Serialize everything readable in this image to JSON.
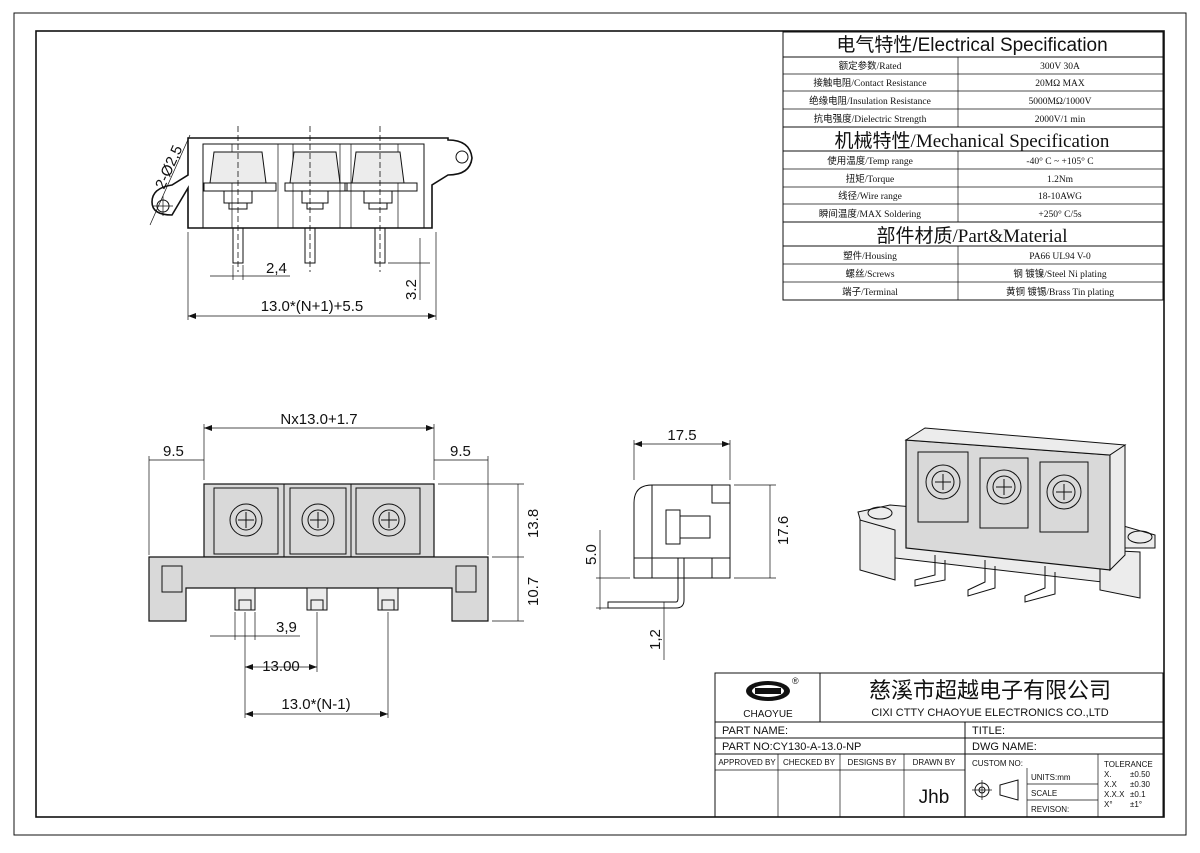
{
  "spec": {
    "electrical_title": "电气特性/Electrical Specification",
    "electrical_rows": [
      {
        "label": "额定参数/Rated",
        "value": "300V  30A"
      },
      {
        "label": "接触电阻/Contact Resistance",
        "value": "20MΩ MAX"
      },
      {
        "label": "绝缘电阻/Insulation Resistance",
        "value": "5000MΩ/1000V"
      },
      {
        "label": "抗电强度/Dielectric Strength",
        "value": "2000V/1 min"
      }
    ],
    "mechanical_title": "机械特性/Mechanical Specification",
    "mechanical_rows": [
      {
        "label": "使用温度/Temp range",
        "value": "-40° C ~ +105° C"
      },
      {
        "label": "扭矩/Torque",
        "value": "1.2Nm"
      },
      {
        "label": "线径/Wire range",
        "value": "18-10AWG"
      },
      {
        "label": "瞬间温度/MAX Soldering",
        "value": "+250° C/5s"
      }
    ],
    "material_title": "部件材质/Part&Material",
    "material_rows": [
      {
        "label": "塑件/Housing",
        "value": "PA66 UL94 V-0"
      },
      {
        "label": "螺丝/Screws",
        "value": "钢 镀镍/Steel Ni plating"
      },
      {
        "label": "端子/Terminal",
        "value": "黄铜 镀锡/Brass Tin  plating"
      }
    ]
  },
  "dims": {
    "hole": "2-Ø2,5",
    "pin_width": "2,4",
    "pin_length": "3.2",
    "top_total": "13.0*(N+1)+5.5",
    "front_total": "Nx13.0+1.7",
    "flange_left": "9.5",
    "flange_right": "9.5",
    "height_upper": "13.8",
    "height_lower": "10.7",
    "pin_gap": "3,9",
    "pitch": "13.00",
    "span": "13.0*(N-1)",
    "side_depth": "17.5",
    "side_height": "17.6",
    "side_step": "5.0",
    "side_pin": "1,2"
  },
  "title_block": {
    "company_cn": "慈溪市超越电子有限公司",
    "company_en": "CIXI CTTY CHAOYUE ELECTRONICS CO.,LTD",
    "logo_text": "CHAOYUE",
    "logo_reg": "®",
    "part_name_label": "PART NAME:",
    "title_label": "TITLE:",
    "part_no_label": "PART NO:CY130-A-13.0-NP",
    "dwg_name_label": "DWG NAME:",
    "approved_by": "APPROVED BY",
    "checked_by": "CHECKED BY",
    "designed_by": "DESIGNS BY",
    "drawn_by": "DRAWN BY",
    "drawn_by_value": "Jhb",
    "custom_no": "CUSTOM NO:",
    "units": "UNITS:mm",
    "scale": "SCALE",
    "revision": "REVISON:",
    "tolerance_title": "TOLERANCE",
    "tolerance_rows": [
      {
        "k": "X.",
        "v": "±0.50"
      },
      {
        "k": "X.X",
        "v": "±0.30"
      },
      {
        "k": "X.X.X",
        "v": "±0.1"
      },
      {
        "k": "X°",
        "v": "±1°"
      }
    ]
  }
}
